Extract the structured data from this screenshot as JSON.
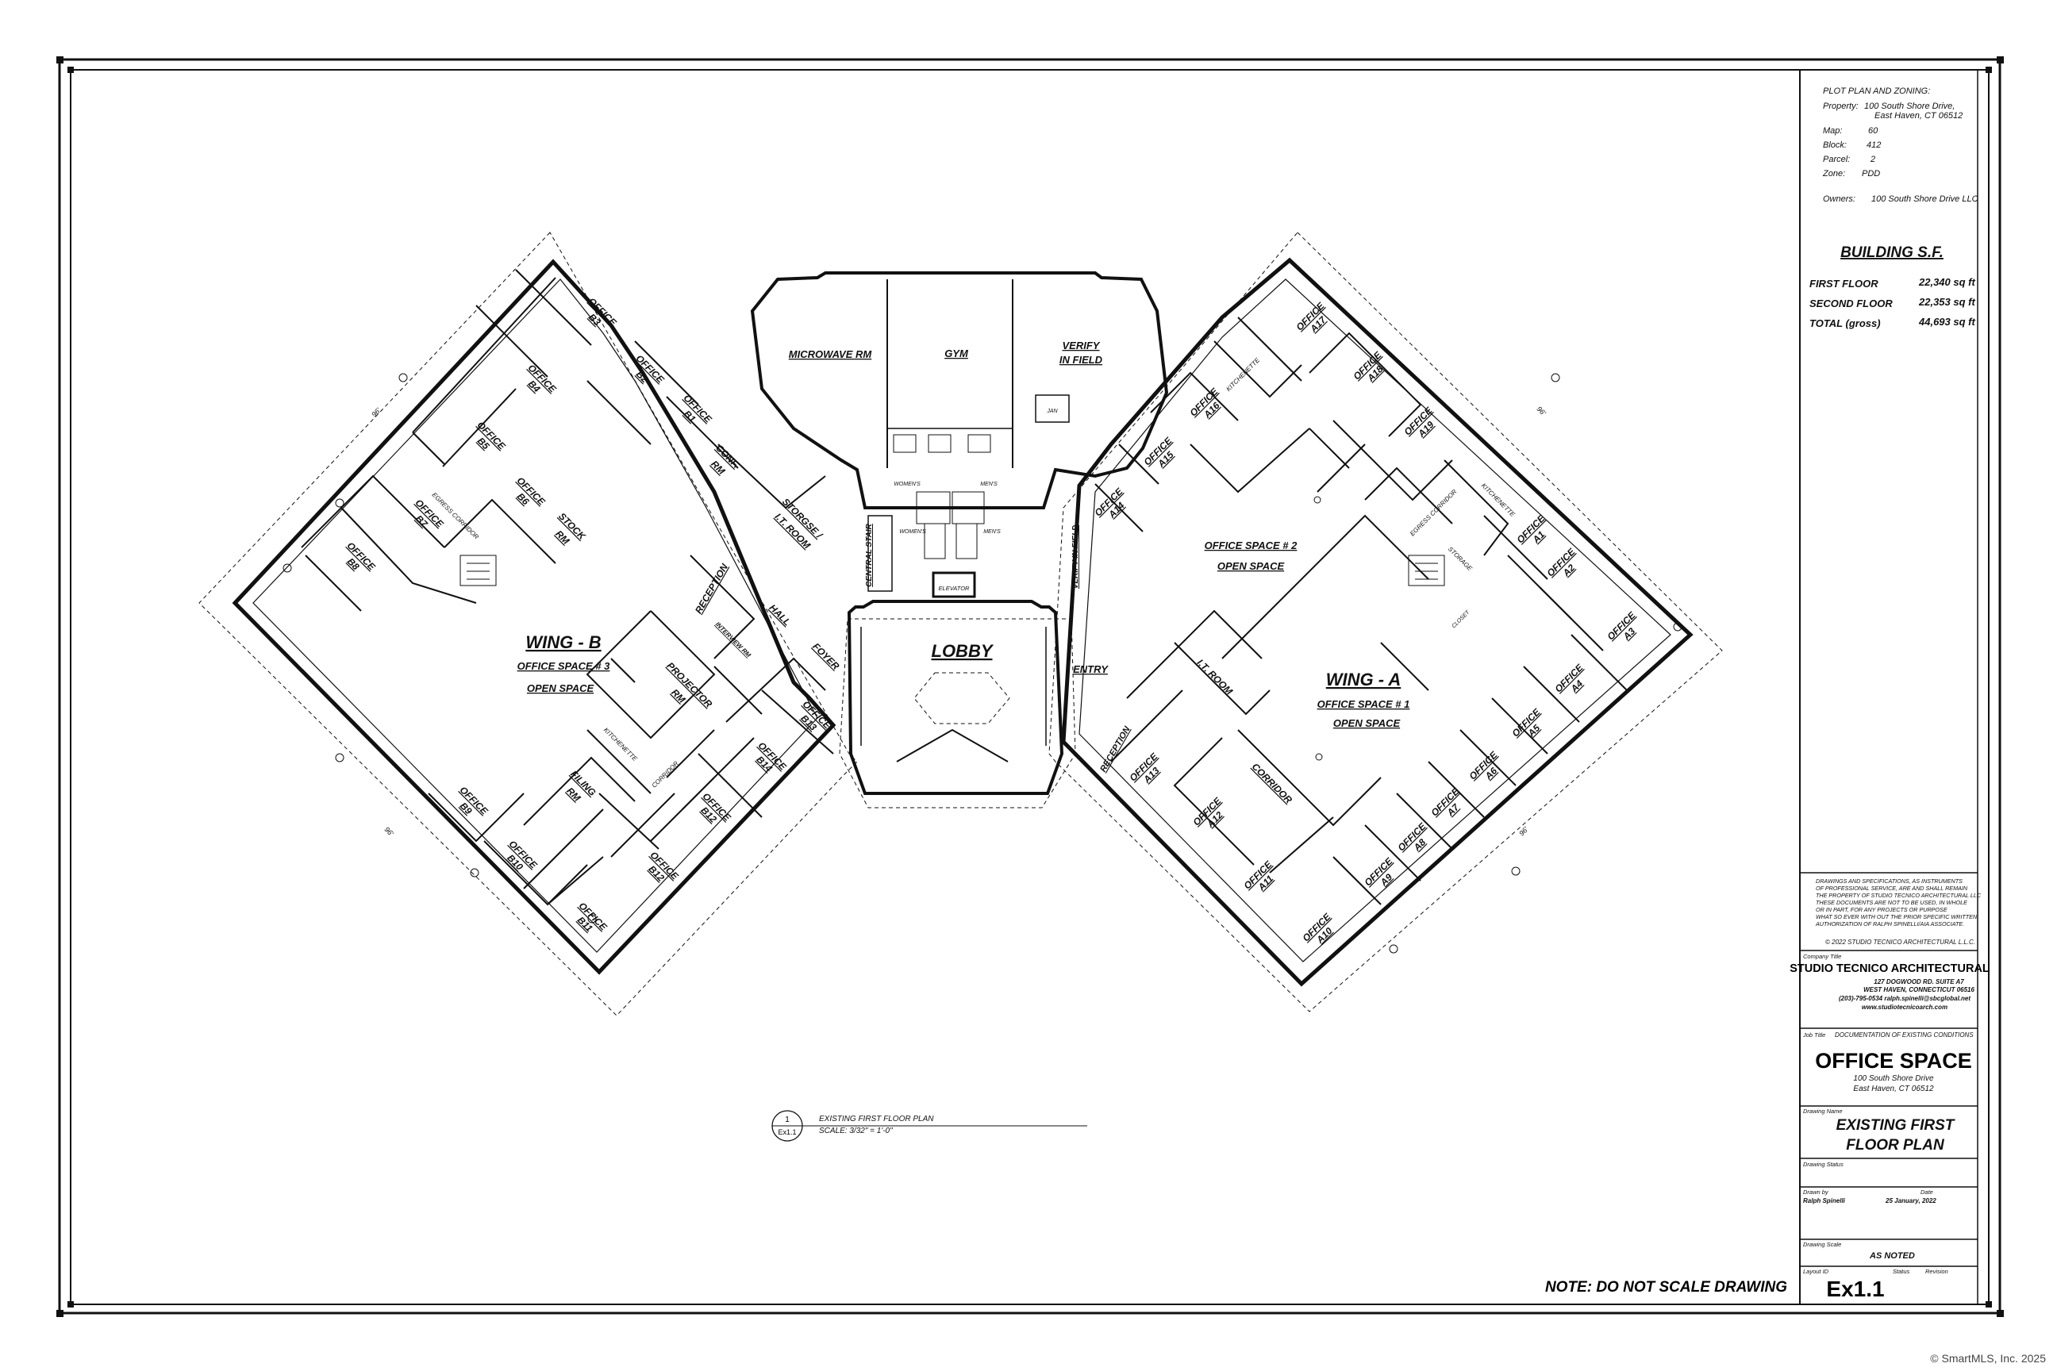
{
  "plot": {
    "heading": "PLOT PLAN AND ZONING:",
    "property_label": "Property:",
    "property_line1": "100 South Shore Drive,",
    "property_line2": "East Haven, CT 06512",
    "map_label": "Map:",
    "map_value": "60",
    "block_label": "Block:",
    "block_value": "412",
    "parcel_label": "Parcel:",
    "parcel_value": "2",
    "zone_label": "Zone:",
    "zone_value": "PDD",
    "owners_label": "Owners:",
    "owners_value": "100 South Shore Drive LLC"
  },
  "building_sf": {
    "title": "BUILDING S.F.",
    "rows": [
      {
        "label": "FIRST FLOOR",
        "value": "22,340 sq ft"
      },
      {
        "label": "SECOND FLOOR",
        "value": "22,353 sq ft"
      },
      {
        "label": "TOTAL (gross)",
        "value": "44,693 sq ft"
      }
    ]
  },
  "disclaimer": {
    "lines": [
      "DRAWINGS AND SPECIFICATIONS, AS INSTRUMENTS",
      "OF PROFESSIONAL SERVICE, ARE AND SHALL REMAIN",
      "THE PROPERTY OF STUDIO TECNICO ARCHITECTURAL LLC",
      "THESE DOCUMENTS ARE NOT TO BE USED, IN WHOLE",
      "OR IN PART, FOR ANY PROJECTS OR PURPOSE",
      "WHAT SO EVER WITH OUT THE PRIOR SPECIFIC WRITTEN",
      "AUTHORIZATION OF RALPH SPINELLI/AIA ASSOCIATE."
    ],
    "copyright": "© 2022 STUDIO TECNICO ARCHITECTURAL L.L.C."
  },
  "company": {
    "label": "Company Title",
    "name": "STUDIO TECNICO ARCHITECTURAL",
    "address1": "127 DOGWOOD RD. SUITE A7",
    "address2": "WEST HAVEN, CONNECTICUT 06516",
    "phone": "(203)-795-0534   ralph.spinelli@sbcglobal.net",
    "web": "www.studiotecnicoarch.com"
  },
  "job": {
    "label": "Job Title",
    "desc": "DOCUMENTATION OF EXISTING CONDITIONS",
    "title": "OFFICE SPACE",
    "addr1": "100 South Shore Drive",
    "addr2": "East Haven, CT 06512"
  },
  "drawing": {
    "name_label": "Drawing Name",
    "name_line1": "EXISTING FIRST",
    "name_line2": "FLOOR PLAN",
    "status_label": "Drawing Status",
    "drawn_label": "Drawn by",
    "drawn_value": "Ralph Spinelli",
    "date_label": "Date",
    "date_value": "25 January, 2022",
    "scale_label": "Drawing Scale",
    "scale_value": "AS NOTED",
    "layout_label": "Layout ID",
    "status2_label": "Status",
    "revision_label": "Revision",
    "layout_id": "Ex1.1"
  },
  "note": "NOTE: DO NOT SCALE DRAWING",
  "callout": {
    "number": "1",
    "sheet": "Ex1.1",
    "title": "EXISTING FIRST FLOOR PLAN",
    "scale": "SCALE: 3/32\" =    1'-0\""
  },
  "copyright_mark": "© SmartMLS, Inc.  2025",
  "plan": {
    "lobby": "LOBBY",
    "entry": "ENTRY",
    "microwave": "MICROWAVE RM",
    "gym": "GYM",
    "verify1": "VERIFY",
    "verify2": "IN FIELD",
    "verify_side": "VERIFY IN FIELD",
    "central_stair": "CENTRAL STAIR",
    "elevator": "ELEVATOR",
    "womens": "WOMEN'S",
    "mens": "MEN'S",
    "jan": "JAN",
    "wing_a": "WING - A",
    "os1": "OFFICE SPACE # 1",
    "open_space": "OPEN SPACE",
    "os2": "OFFICE SPACE # 2",
    "wing_b": "WING - B",
    "os3": "OFFICE SPACE # 3",
    "reception": "RECEPTION",
    "hall": "HALL",
    "foyer": "FOYER",
    "interview": "INTERVIEW RM",
    "projector1": "PROJECTOR",
    "projector2": "RM",
    "kitchenette": "KITCHENETTE",
    "corridor": "CORRIDOR",
    "egress": "EGRESS CORRIDOR",
    "filing1": "FILING",
    "filing2": "RM",
    "conf1": "CONF.",
    "conf2": "RM",
    "storage1": "STORGSE /",
    "storage2": "I.T. ROOM",
    "stock1": "STOCK",
    "stock2": "RM",
    "it_room": "I.T. ROOM",
    "storage": "STORAGE",
    "closet": "CLOSET",
    "office": "OFFICE",
    "dim": "96'",
    "a_offices": [
      "A1",
      "A2",
      "A3",
      "A4",
      "A5",
      "A6",
      "A7",
      "A8",
      "A9",
      "A10",
      "A11",
      "A12",
      "A13",
      "A14",
      "A15",
      "A16",
      "A17",
      "A18",
      "A19"
    ],
    "b_offices": [
      "B1",
      "B2",
      "B3",
      "B4",
      "B5",
      "B6",
      "B7",
      "B8",
      "B9",
      "B10",
      "B11",
      "B12",
      "B13",
      "B14",
      "B12",
      "B13"
    ]
  }
}
